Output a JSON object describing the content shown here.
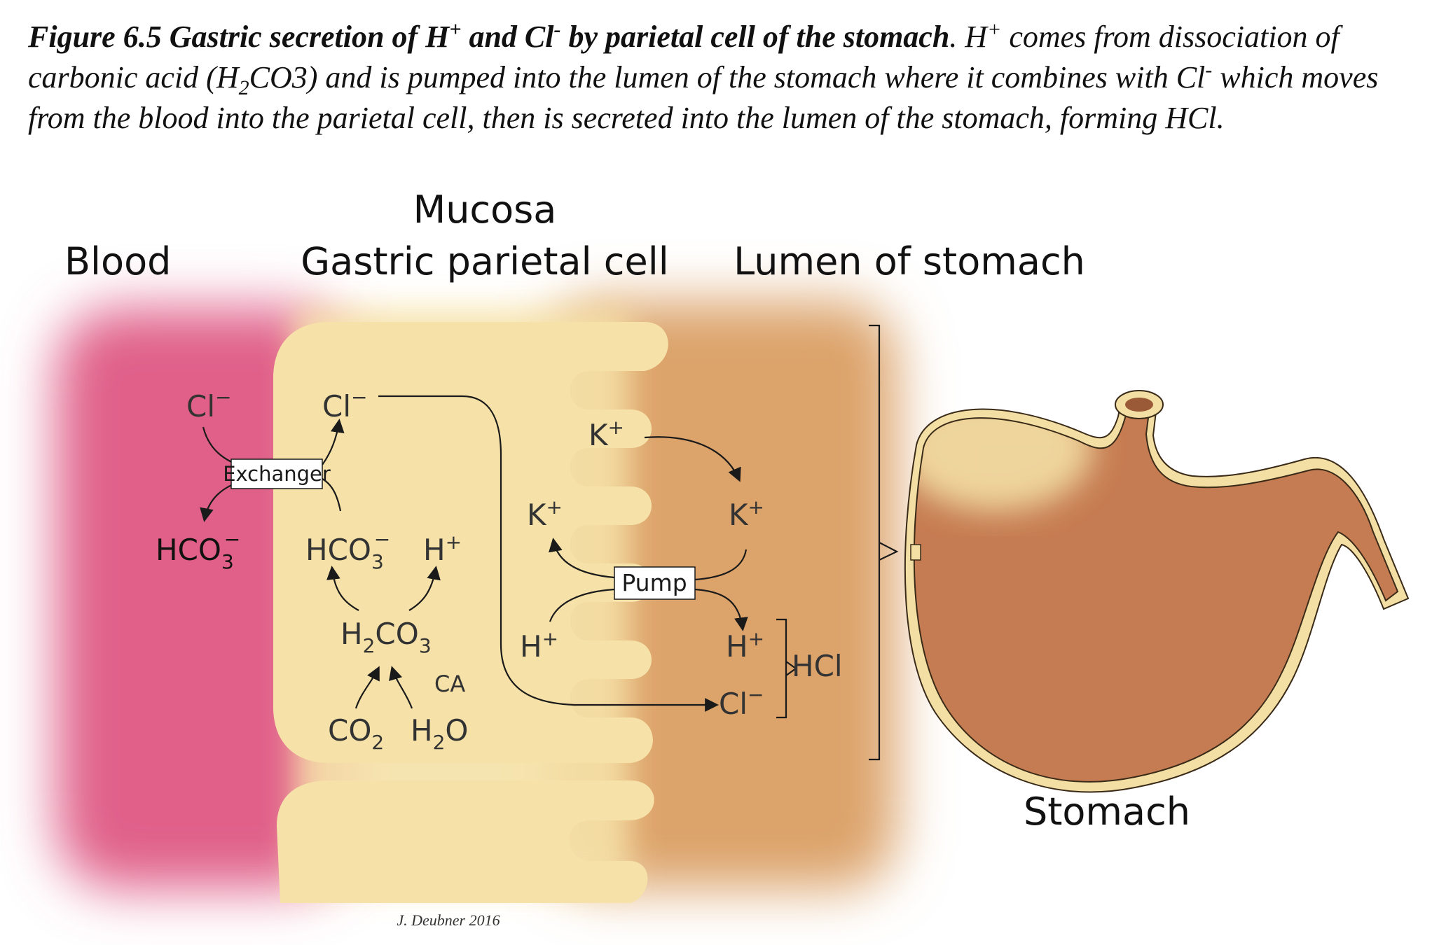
{
  "caption": {
    "title": "Figure 6.5 Gastric secretion of H",
    "title_sup": "+",
    "title_mid": " and Cl",
    "title_sup2": "-",
    "title_end": " by parietal cell of the stomach",
    "body_a": ". H",
    "body_sup": "+",
    "body_b": " comes from dissociation of carbonic acid (H",
    "body_sub": "2",
    "body_c": "CO3) and is pumped into the lumen of the stomach where it combines with Cl",
    "body_sup2": "-",
    "body_d": " which moves from the blood into the parietal cell, then is secreted into the lumen of the stomach, forming HCl."
  },
  "headers": {
    "blood": "Blood",
    "mucosa": "Mucosa",
    "parietal": "Gastric parietal cell",
    "lumen": "Lumen of stomach",
    "stomach": "Stomach"
  },
  "labels": {
    "cl_blood": "Cl",
    "cl_cell": "Cl",
    "exchanger": "Exchanger",
    "hco3_blood": "HCO",
    "hco3_cell": "HCO",
    "h_cell": "H",
    "h2co3": "H",
    "ca": "CA",
    "co2": "CO",
    "h2o": "H",
    "k_lumen_top": "K",
    "k_cell": "K",
    "k_lumen_right": "K",
    "pump": "Pump",
    "h_pump_in": "H",
    "h_lumen": "H",
    "cl_lumen": "Cl",
    "hcl": "HCl",
    "minus": "−",
    "plus": "+",
    "sub2": "2",
    "sub3": "3",
    "credit": "J. Deubner 2016"
  },
  "colors": {
    "blood": "#e0608a",
    "cell": "#f6e2a8",
    "lumen": "#dca36b",
    "stomach_inner": "#c67c52",
    "stomach_wall": "#f3dfa4",
    "ink": "#1a1a1a"
  }
}
